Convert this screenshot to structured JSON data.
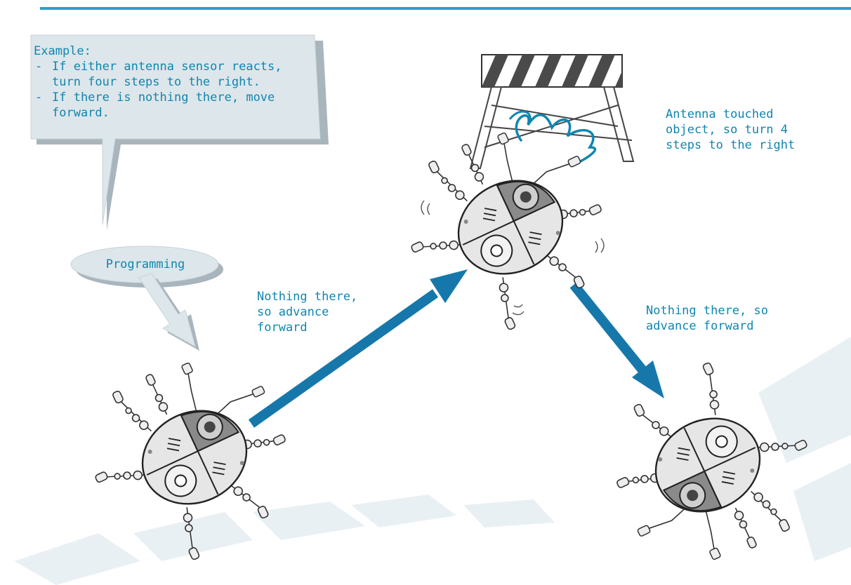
{
  "callout": {
    "heading": "Example:",
    "items": [
      {
        "marker": "-",
        "text": "If either antenna sensor reacts, turn four steps to the right."
      },
      {
        "marker": "-",
        "text": "If there is nothing there, move forward."
      }
    ]
  },
  "programming_label": "Programming",
  "labels": {
    "step1": "Nothing there,\nso advance\nforward",
    "obstacle": "Antenna touched\nobject, so turn 4\nsteps to the right",
    "step2": "Nothing there, so\nadvance forward"
  },
  "icons": [
    "robot-bug",
    "road-barrier",
    "impact-burst",
    "arrow"
  ],
  "colors": {
    "accent": "#2b9ec6",
    "text": "#0f86b0",
    "arrow": "#1678aa",
    "callout_fill": "#dde6ea",
    "callout_shadow": "#a8b5bc",
    "robot_body": "#e6e6e6",
    "robot_dark": "#8a8a8a"
  }
}
